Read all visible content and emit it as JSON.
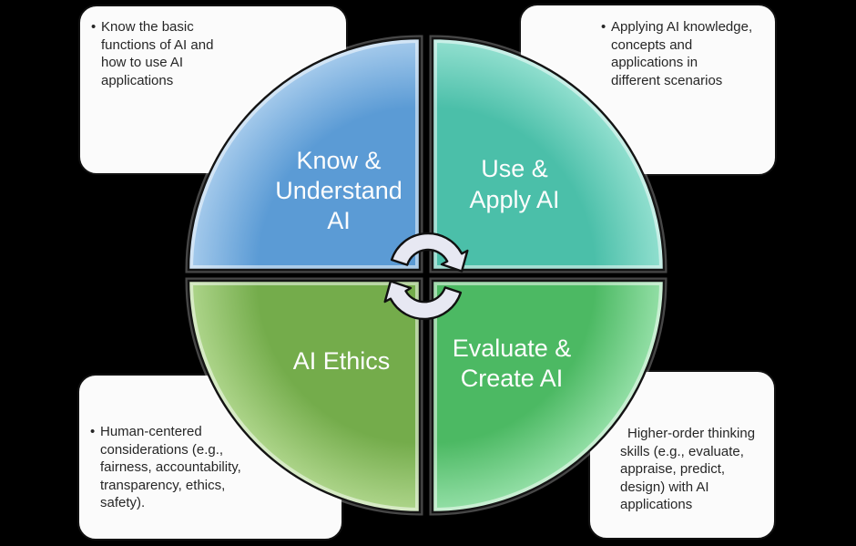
{
  "quadrants": {
    "top_left": {
      "label_lines": [
        "Know &",
        "Understand",
        "AI"
      ],
      "color": "#5B9BD5",
      "color_light": "#A6CBEC"
    },
    "top_right": {
      "label_lines": [
        "Use &",
        "Apply AI"
      ],
      "color": "#4BBFA9",
      "color_light": "#93E0D0"
    },
    "bottom_left": {
      "label_lines": [
        "AI Ethics"
      ],
      "color": "#74AC4B",
      "color_light": "#AFD68C"
    },
    "bottom_right": {
      "label_lines": [
        "Evaluate &",
        "Create AI"
      ],
      "color": "#4CB963",
      "color_light": "#95E0A8"
    }
  },
  "callouts": {
    "top_left": {
      "bullet": "•",
      "lines": [
        "Know the basic",
        "functions of AI and",
        "how to use AI",
        "applications"
      ]
    },
    "top_right": {
      "bullet": "•",
      "lines": [
        "Applying AI knowledge,",
        "concepts and",
        "applications in",
        "different scenarios"
      ]
    },
    "bottom_left": {
      "bullet": "•",
      "lines": [
        "Human-centered",
        "considerations (e.g.,",
        "fairness, accountability,",
        "transparency, ethics,",
        "safety)."
      ]
    },
    "bottom_right": {
      "bullet": "",
      "lines": [
        "Higher-order thinking",
        "skills (e.g., evaluate,",
        "appraise, predict,",
        "design) with AI",
        "applications"
      ]
    }
  },
  "center_arrows": {
    "fill": "#E7E8F2",
    "outline": "#101010"
  }
}
